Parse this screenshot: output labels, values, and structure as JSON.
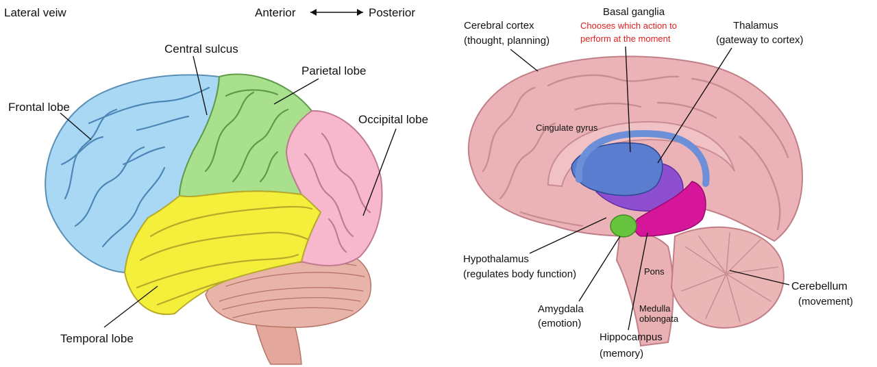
{
  "left_panel": {
    "view_label": "Lateral veiw",
    "direction": {
      "anterior": "Anterior",
      "posterior": "Posterior"
    },
    "labels": {
      "frontal": "Frontal lobe",
      "central_sulcus": "Central sulcus",
      "parietal": "Parietal lobe",
      "occipital": "Occipital  lobe",
      "temporal": "Temporal  lobe"
    }
  },
  "right_panel": {
    "labels": {
      "cerebral_cortex": {
        "name": "Cerebral cortex",
        "desc": "(thought, planning)"
      },
      "basal_ganglia": {
        "name": "Basal ganglia",
        "desc_line1": "Chooses which action to",
        "desc_line2": "perform at the moment"
      },
      "thalamus": {
        "name": "Thalamus",
        "desc": "(gateway to cortex)"
      },
      "cingulate": "Cingulate gyrus",
      "hypothalamus": {
        "name": "Hypothalamus",
        "desc": "(regulates body function)"
      },
      "amygdala": {
        "name": "Amygdala",
        "desc": "(emotion)"
      },
      "pons": "Pons",
      "medulla": {
        "line1": "Medulla",
        "line2": "oblongata"
      },
      "hippocampus": {
        "name": "Hippocampus",
        "desc": "(memory)"
      },
      "cerebellum": {
        "name": "Cerebellum",
        "desc": "(movement)"
      }
    }
  },
  "colors": {
    "frontal": "#a9d8f5",
    "parietal": "#a8e08e",
    "occipital": "#f7b7cd",
    "temporal": "#f4ef3a",
    "cerebellum_left": "#e8b3a8",
    "brainstem_left": "#e3a79b",
    "cortex_right": "#ebb3b7",
    "basal_ganglia": "#5b7dd0",
    "thalamus": "#8d4fcf",
    "hippocampus": "#d6169a",
    "amygdala": "#67c43f",
    "accent_red": "#e02020"
  }
}
